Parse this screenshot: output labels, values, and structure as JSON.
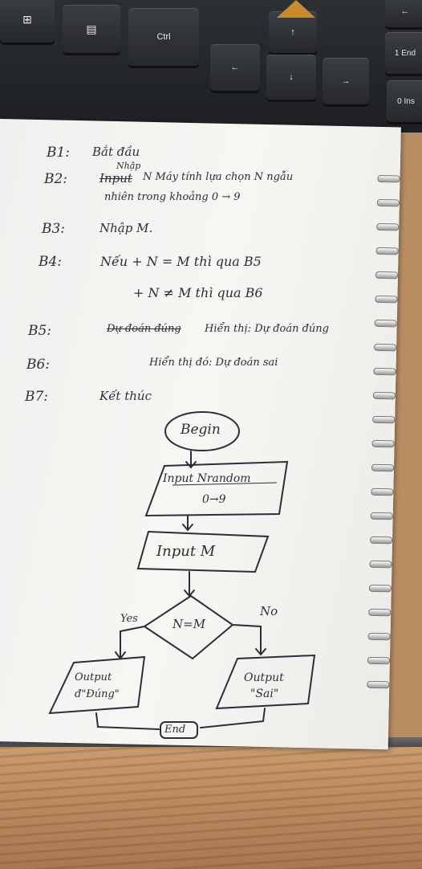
{
  "keyboard": {
    "keys": [
      {
        "id": "windows-key",
        "label": ""
      },
      {
        "id": "menu-key",
        "label": ""
      },
      {
        "id": "ctrl-key",
        "label": "Ctrl"
      },
      {
        "id": "up-arrow-key",
        "label": "↑"
      },
      {
        "id": "left-arrow-key",
        "label": "←"
      },
      {
        "id": "down-arrow-key",
        "label": "↓"
      },
      {
        "id": "right-arrow-key",
        "label": "→"
      },
      {
        "id": "end-key",
        "label": "1 End"
      },
      {
        "id": "ins-key",
        "label": "0 Ins"
      },
      {
        "id": "top-right-arrow-key",
        "label": "←"
      }
    ]
  },
  "notes": {
    "b1": {
      "label": "B1:",
      "text": "Bắt đầu"
    },
    "b2": {
      "label": "B2:",
      "struck": "Input",
      "insert": "Nhập",
      "text": "N Máy tính lựa chọn N ngẫu",
      "text2": "nhiên trong khoảng 0 → 9"
    },
    "b3": {
      "label": "B3:",
      "text": "Nhập M."
    },
    "b4": {
      "label": "B4:",
      "line1": "Nếu + N = M thì qua B5",
      "line2": "+ N ≠ M thì qua B6"
    },
    "b5": {
      "label": "B5:",
      "struck": "Dự đoán đúng",
      "text": "Hiển thị: Dự đoán đúng"
    },
    "b6": {
      "label": "B6:",
      "text": "Hiển thị đó: Dự đoán sai"
    },
    "b7": {
      "label": "B7:",
      "text": "Kết thúc"
    }
  },
  "flowchart": {
    "begin": "Begin",
    "input_n_line1": "Input Nrandom",
    "input_n_line2": "0→9",
    "input_m": "Input M",
    "decision": "N=M",
    "yes": "Yes",
    "no": "No",
    "output_yes_line1": "Output",
    "output_yes_line2": "đ\"Đúng\"",
    "output_no_line1": "Output",
    "output_no_line2": "\"Sai\"",
    "end": "End"
  }
}
